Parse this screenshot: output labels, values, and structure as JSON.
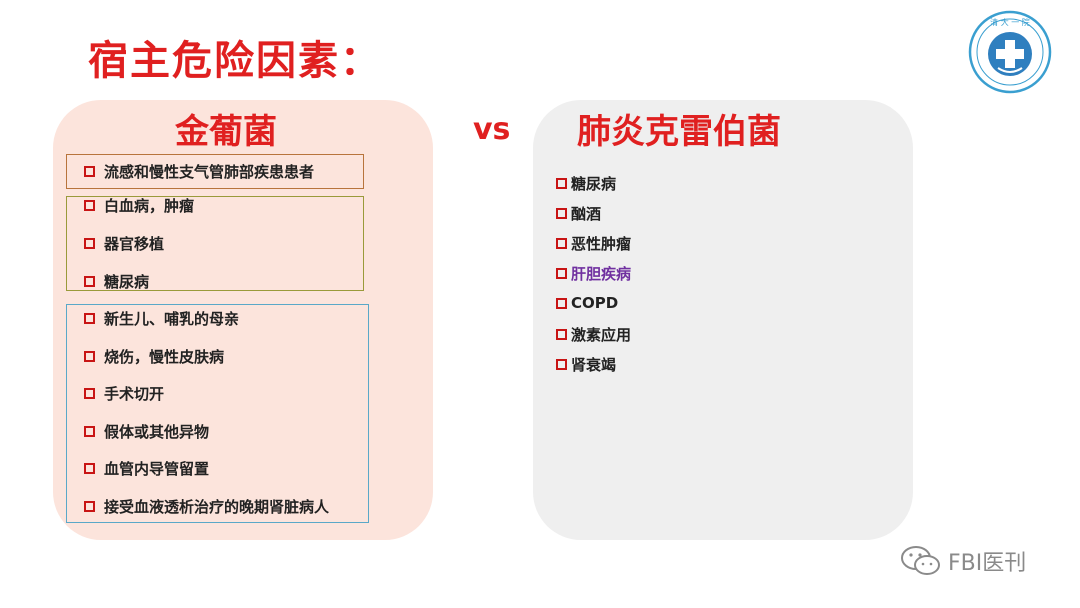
{
  "title": "宿主危险因素：",
  "logo_text": "清 大 一 院",
  "vs": "vs",
  "left_panel": {
    "heading": "金葡菌",
    "items": [
      "流感和慢性支气管肺部疾患患者",
      "白血病，肿瘤",
      "器官移植",
      "糖尿病",
      "新生儿、哺乳的母亲",
      "烧伤，慢性皮肤病",
      "手术切开",
      "假体或其他异物",
      "血管内导管留置",
      "接受血液透析治疗的晚期肾脏病人"
    ]
  },
  "right_panel": {
    "heading": "肺炎克雷伯菌",
    "items": [
      "糖尿病",
      "酗酒",
      "恶性肿瘤",
      "肝胆疾病",
      "COPD",
      "激素应用",
      "肾衰竭"
    ]
  },
  "watermark": "FBI医刊",
  "colors": {
    "accent_red": "#e02020",
    "left_panel_bg": "#fce4dc",
    "right_panel_bg": "#efefef",
    "highlight_purple": "#7030a0"
  }
}
